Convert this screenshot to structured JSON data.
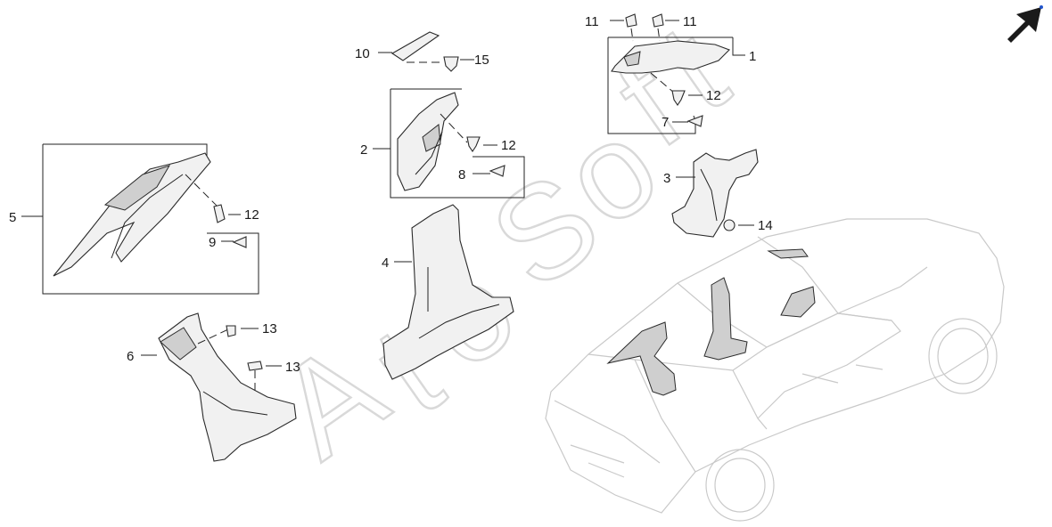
{
  "callouts": {
    "c1": "1",
    "c2": "2",
    "c3": "3",
    "c4": "4",
    "c5": "5",
    "c6": "6",
    "c7": "7",
    "c8": "8",
    "c9": "9",
    "c10": "10",
    "c11a": "11",
    "c11b": "11",
    "c12a": "12",
    "c12b": "12",
    "c12c": "12",
    "c13a": "13",
    "c13b": "13",
    "c14": "14",
    "c15": "15"
  },
  "watermark": {
    "l1": "A",
    "l2": "t",
    "l3": "o",
    "l4": "S",
    "l5": "o",
    "l6": "f",
    "l7": "t"
  },
  "icons": {
    "direction": "front-direction-arrow-icon"
  },
  "colors": {
    "line": "#222222",
    "part_fill": "#f1f1f1",
    "car_outline": "#c9c9c9",
    "arrow": "#1a1a1a",
    "arrow_tip": "#2255cc"
  }
}
